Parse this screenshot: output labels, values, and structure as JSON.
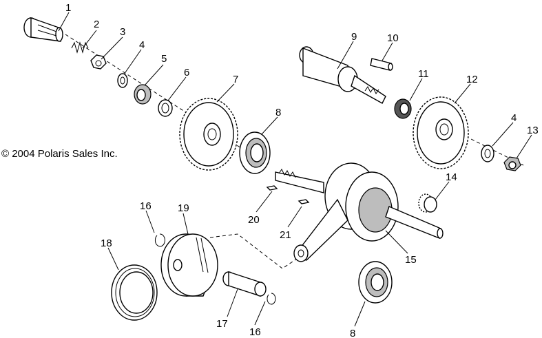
{
  "copyright": "© 2004 Polaris Sales Inc.",
  "callouts": [
    "1",
    "2",
    "3",
    "4",
    "5",
    "6",
    "7",
    "8",
    "9",
    "10",
    "11",
    "12",
    "4",
    "13",
    "14",
    "15",
    "16",
    "19",
    "18",
    "20",
    "21",
    "17",
    "16",
    "8"
  ]
}
